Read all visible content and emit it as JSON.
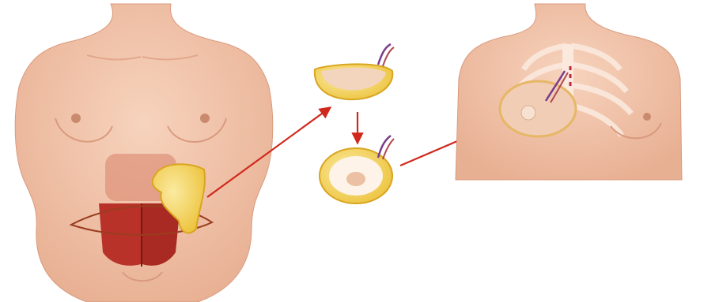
{
  "diagram": {
    "panels": [
      {
        "id": "abdomen",
        "description": ""
      },
      {
        "id": "flap-shaping",
        "description": ""
      },
      {
        "id": "chest",
        "description": ""
      }
    ],
    "colors": {
      "skin": "#f2c4a8",
      "skin_shadow": "#d99a7e",
      "muscle": "#b8322a",
      "fat": "#f3d255",
      "fat_edge": "#d9a520",
      "arrow": "#d0281c",
      "vessel": "#7a3d8c",
      "ribs": "#fbe9de"
    },
    "arrows": [
      {
        "from": "abdomen-flap",
        "to": "flap-half"
      },
      {
        "from": "flap-half",
        "to": "flap-round"
      },
      {
        "from": "flap-round",
        "to": "chest-flap"
      }
    ]
  }
}
